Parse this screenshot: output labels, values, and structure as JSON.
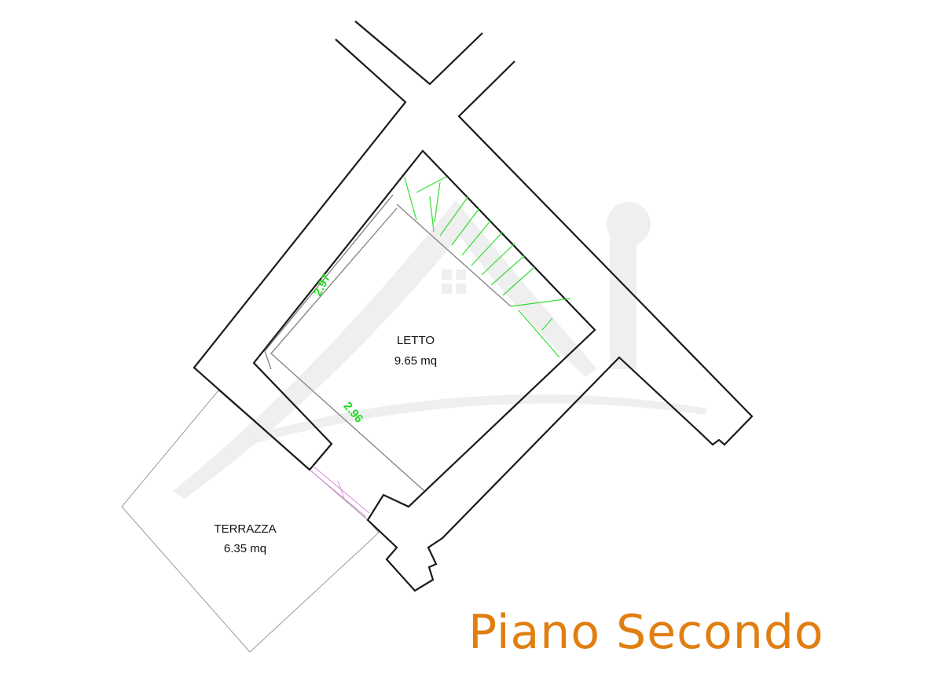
{
  "rooms": [
    {
      "name": "LETTO",
      "area": "9.65 mq"
    },
    {
      "name": "TERRAZZA",
      "area": "6.35 mq"
    }
  ],
  "dimensions": {
    "wall_a": "2.97",
    "wall_b": "2.96"
  },
  "floor_title": "Piano Secondo",
  "colors": {
    "walls": "#1a1a1a",
    "stairs": "#33dd33",
    "dimensions": "#22dd22",
    "title": "#e07f10",
    "door": "#dd88dd",
    "watermark": "#e6e6e6"
  }
}
